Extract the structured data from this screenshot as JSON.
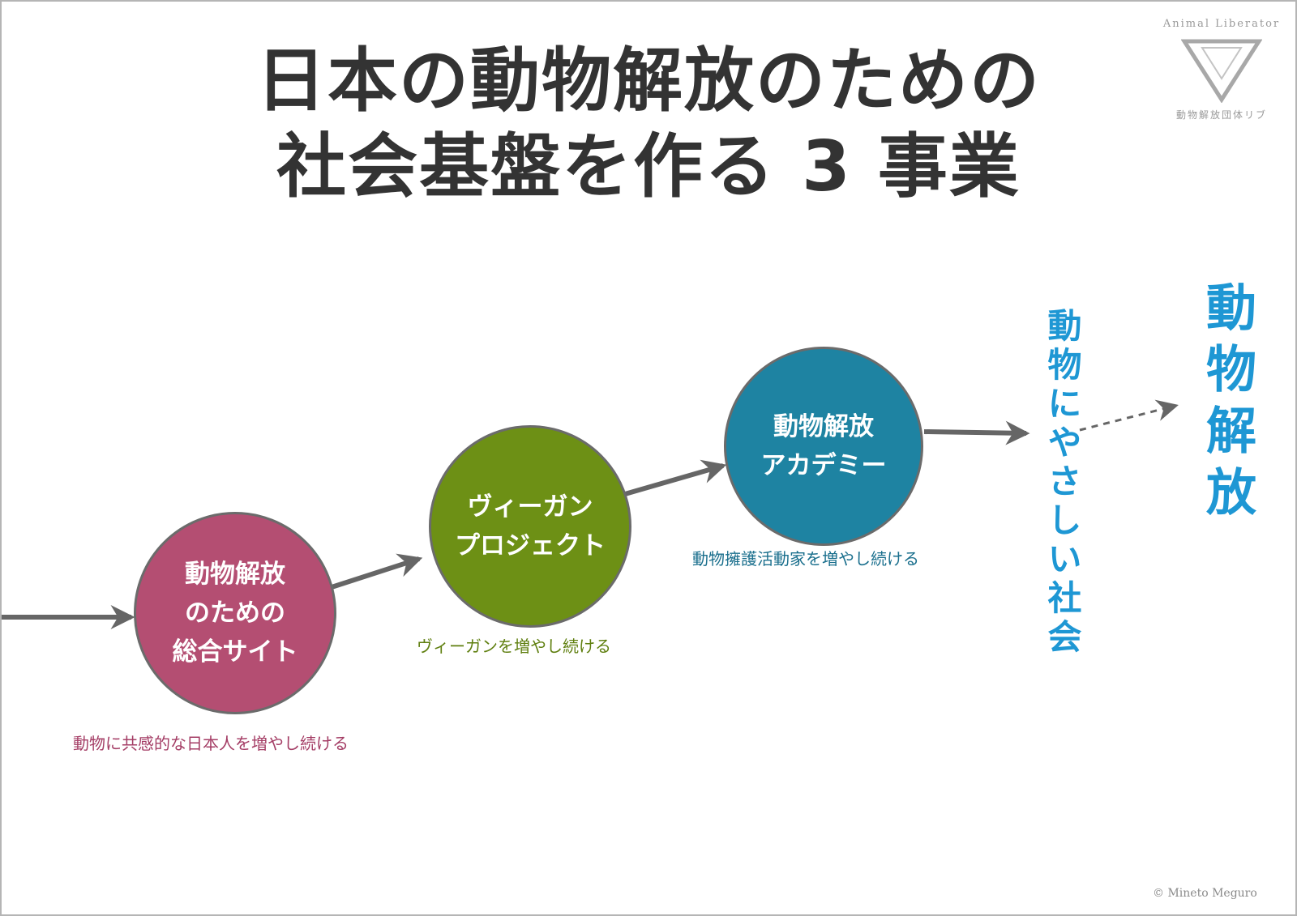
{
  "title": {
    "line1": "日本の動物解放のための",
    "line2": "社会基盤を作る 3 事業"
  },
  "logo": {
    "english": "Animal Liberator",
    "japanese": "動物解放団体リブ",
    "icon": "triangle-icon"
  },
  "steps": [
    {
      "label": "動物解放\nのための\n総合サイト",
      "caption": "動物に共感的な日本人を増やし続ける",
      "color": "#b44e72"
    },
    {
      "label": "ヴィーガン\nプロジェクト",
      "caption": "ヴィーガンを増やし続ける",
      "color": "#6d9015"
    },
    {
      "label": "動物解放\nアカデミー",
      "caption": "動物擁護活動家を増やし続ける",
      "color": "#1e83a2"
    }
  ],
  "outcomes": {
    "society": "動物にやさしい社会",
    "liberation": "動物解放"
  },
  "colors": {
    "title": "#333333",
    "arrow": "#666666",
    "outcome": "#1e97d4"
  },
  "copyright": "© Mineto Meguro"
}
